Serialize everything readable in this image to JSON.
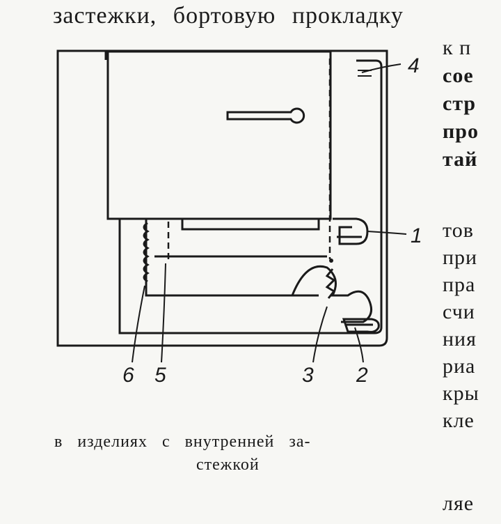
{
  "text": {
    "top_line": "застежки, бортовую прокладку",
    "right_column_group1": [
      "к п",
      "сое",
      "стр",
      "про",
      "тай"
    ],
    "right_column_group2": [
      "тов",
      "при",
      "пра",
      "счи",
      "ния",
      "риа",
      "кры",
      "кле"
    ],
    "right_column_last": "ляе"
  },
  "figure": {
    "labels": {
      "l1": "1",
      "l2": "2",
      "l3": "3",
      "l4": "4",
      "l5": "5",
      "l6": "6"
    },
    "caption_line1": "в изделиях с внутренней за-",
    "caption_line2": "стежкой"
  }
}
